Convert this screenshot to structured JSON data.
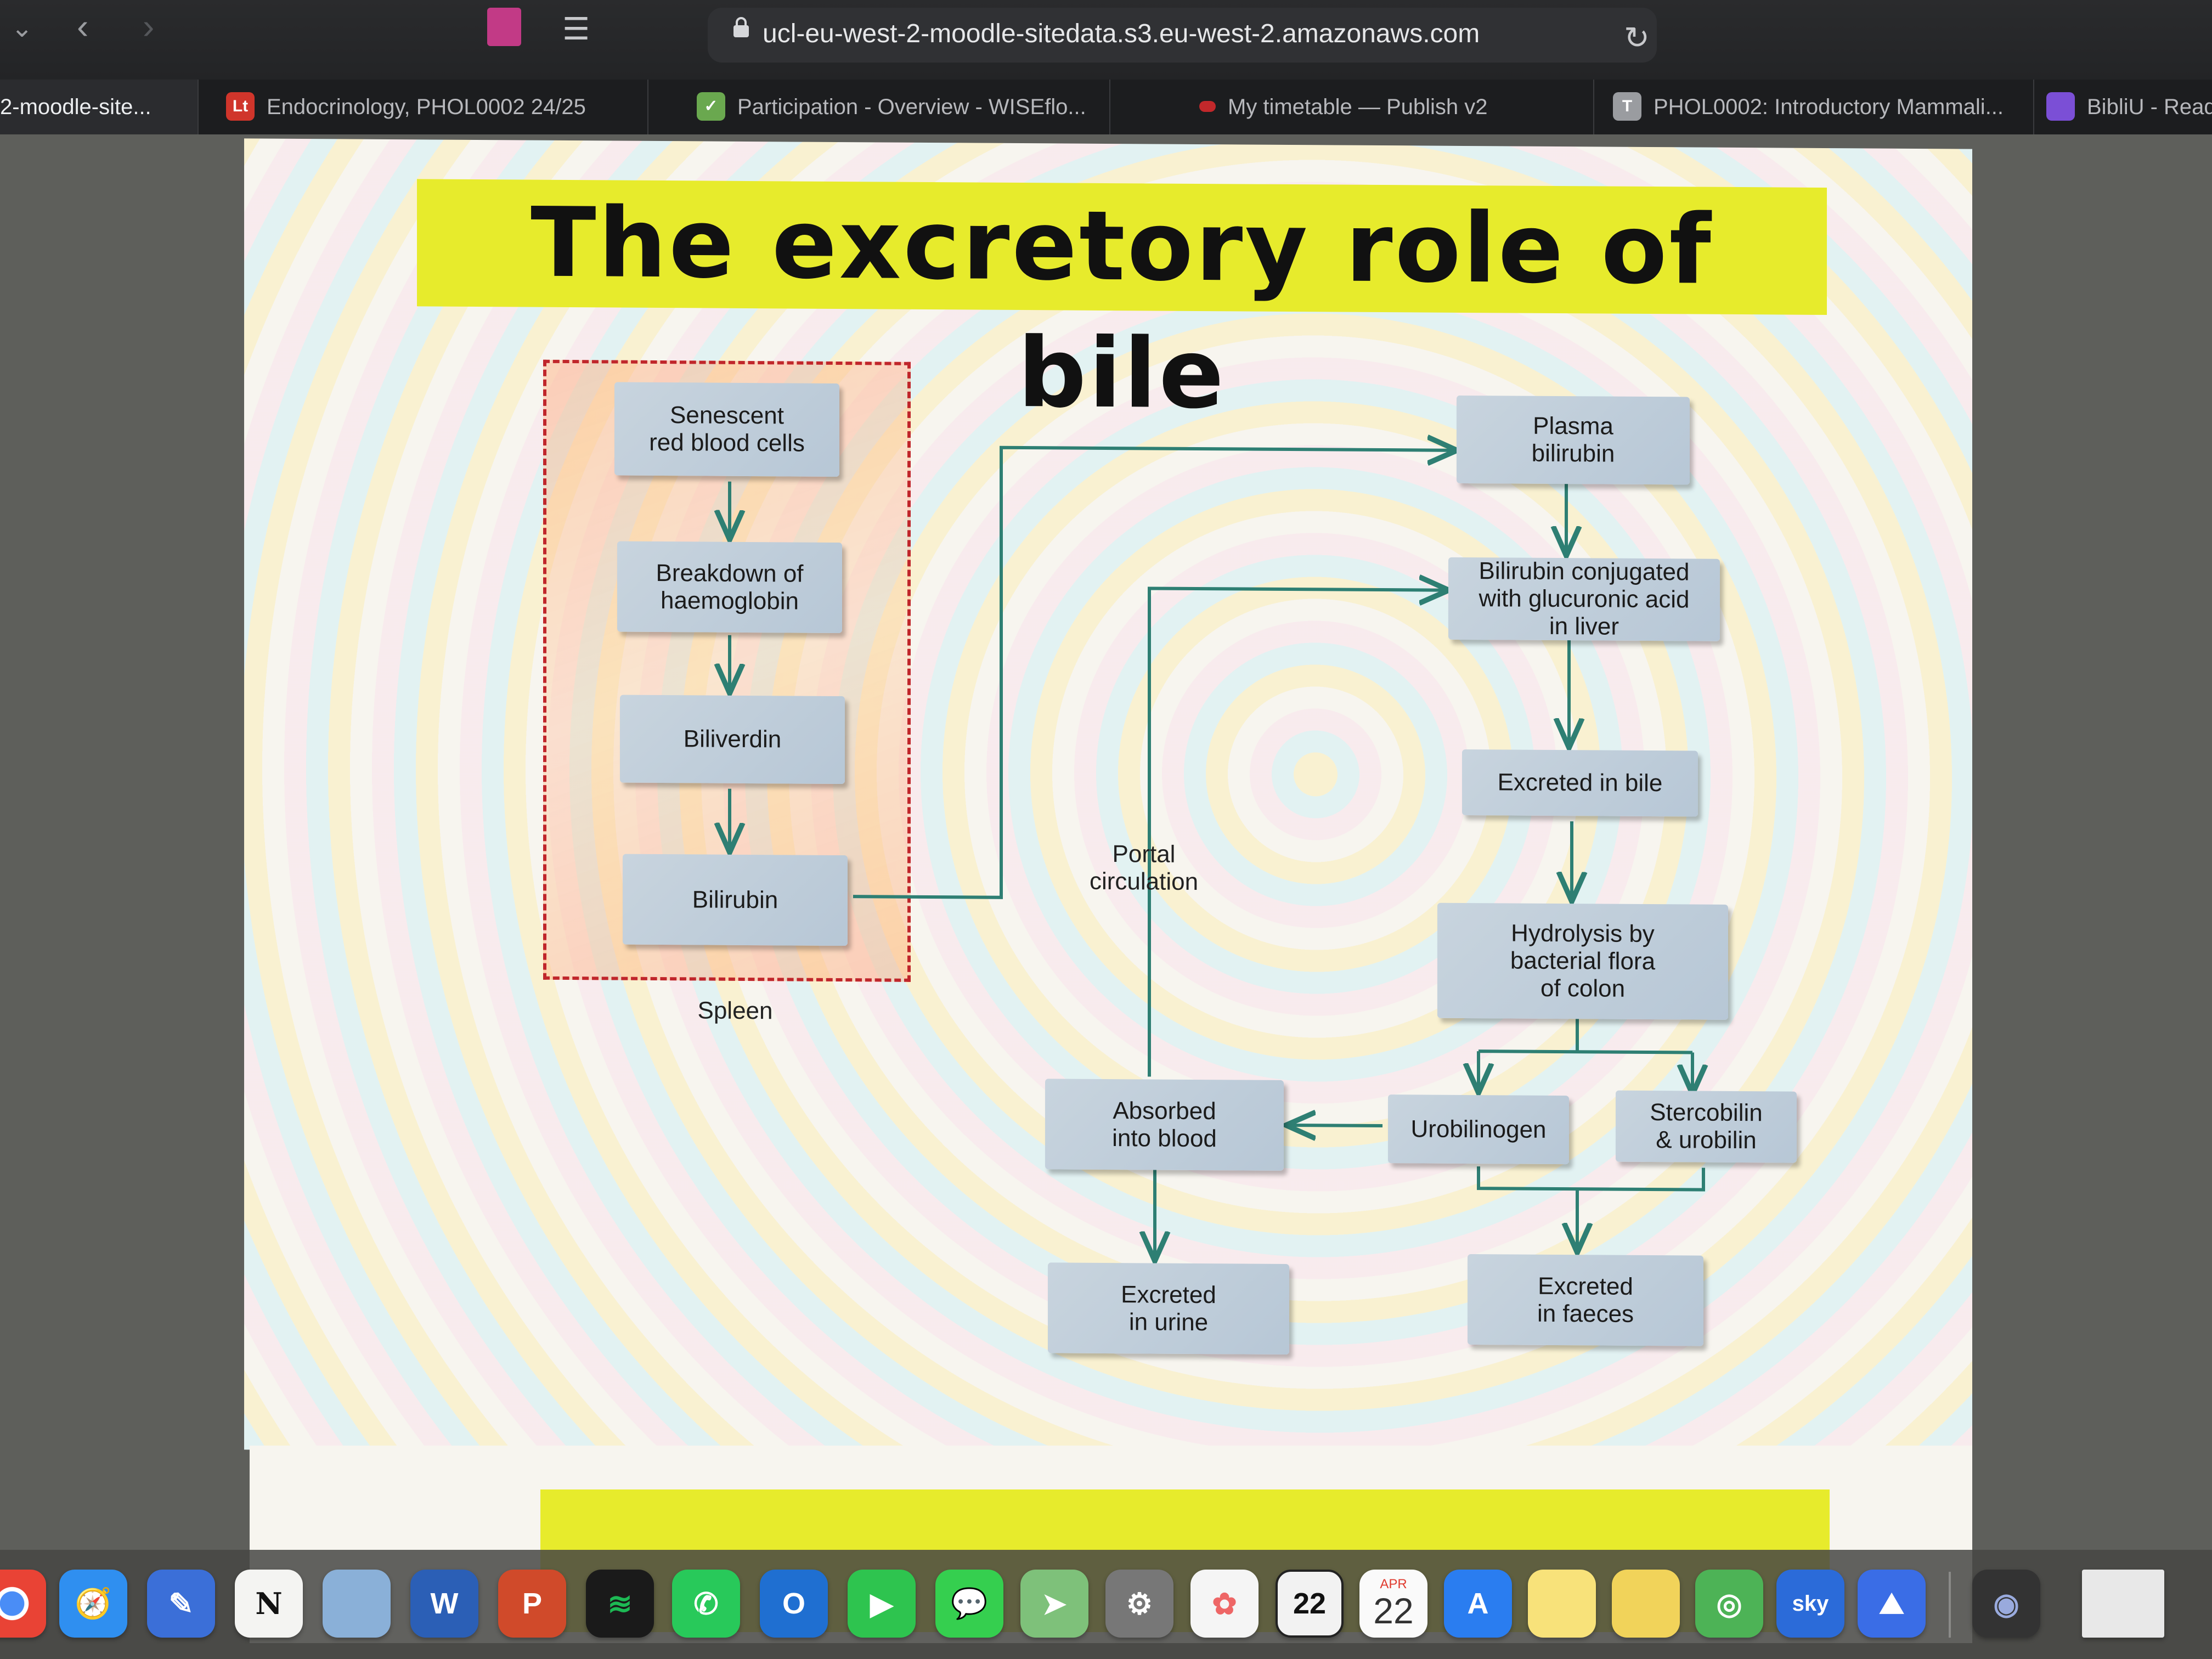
{
  "browser": {
    "url": "ucl-eu-west-2-moodle-sitedata.s3.eu-west-2.amazonaws.com",
    "tabs": [
      {
        "label": "2-moodle-site...",
        "active": true,
        "favicon": "none"
      },
      {
        "label": "Endocrinology, PHOL0002 24/25",
        "active": false,
        "favicon": "Lt"
      },
      {
        "label": "Participation - Overview - WISEflo...",
        "active": false,
        "favicon": "wiseflow-icon"
      },
      {
        "label": "My timetable — Publish v2",
        "active": false,
        "favicon": "timetable-icon"
      },
      {
        "label": "PHOL0002: Introductory Mammali...",
        "active": false,
        "favicon": "T"
      },
      {
        "label": "BibliU - Reade",
        "active": false,
        "favicon": "bibliu-icon"
      }
    ]
  },
  "slide": {
    "title": "The excretory role of bile",
    "spleen_label": "Spleen",
    "portal_label": "Portal\ncirculation",
    "nodes": {
      "senescent": "Senescent\nred blood cells",
      "breakdown": "Breakdown of\nhaemoglobin",
      "biliverdin": "Biliverdin",
      "bilirubin": "Bilirubin",
      "plasma": "Plasma\nbilirubin",
      "conjugated": "Bilirubin conjugated\nwith glucuronic acid\nin liver",
      "bile": "Excreted in bile",
      "hydrolysis": "Hydrolysis by\nbacterial flora\nof colon",
      "urobilinogen": "Urobilinogen",
      "stercobilin": "Stercobilin\n& urobilin",
      "absorbed": "Absorbed\ninto blood",
      "urine": "Excreted\nin urine",
      "faeces": "Excreted\nin faeces"
    }
  },
  "dock": {
    "calendar_month": "APR",
    "calendar_day": "22",
    "tv_label": "sky",
    "apps": [
      "chrome-icon",
      "safari-icon",
      "pencil-icon",
      "notion-icon",
      "preview-icon",
      "word-icon",
      "powerpoint-icon",
      "spotify-icon",
      "whatsapp-icon",
      "outlook-icon",
      "facetime-icon",
      "messages-icon",
      "maps-icon",
      "settings-icon",
      "photos-icon",
      "calendar-window-icon",
      "calendar-icon",
      "app-store-icon",
      "notes-icon",
      "stickies-icon",
      "find-my-icon",
      "sky-go-icon",
      "nordvpn-icon",
      "quicktime-icon"
    ]
  }
}
